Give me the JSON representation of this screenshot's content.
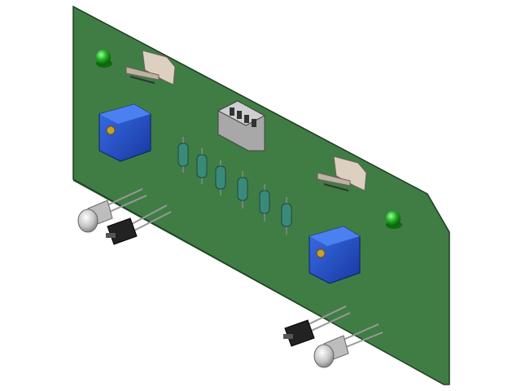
{
  "scene": {
    "colors": {
      "background": "#ffffff",
      "board": "#3f7d45",
      "board_edge": "#1f3d22",
      "led_green": "#2fb52f",
      "potentiometer": "#1f4fc8",
      "ic_body": "#a8a8a8",
      "connector": "#d9cdbd",
      "resistor": "#3a8a7a",
      "transistor": "#222222",
      "clear_led": "#c8c8c8"
    },
    "components": [
      {
        "type": "led",
        "color": "green"
      },
      {
        "type": "led",
        "color": "green"
      },
      {
        "type": "connector"
      },
      {
        "type": "connector"
      },
      {
        "type": "potentiometer"
      },
      {
        "type": "potentiometer"
      },
      {
        "type": "ic"
      },
      {
        "type": "resistor",
        "count": 6
      },
      {
        "type": "clear-led"
      },
      {
        "type": "clear-led"
      },
      {
        "type": "transistor"
      },
      {
        "type": "transistor"
      }
    ]
  }
}
